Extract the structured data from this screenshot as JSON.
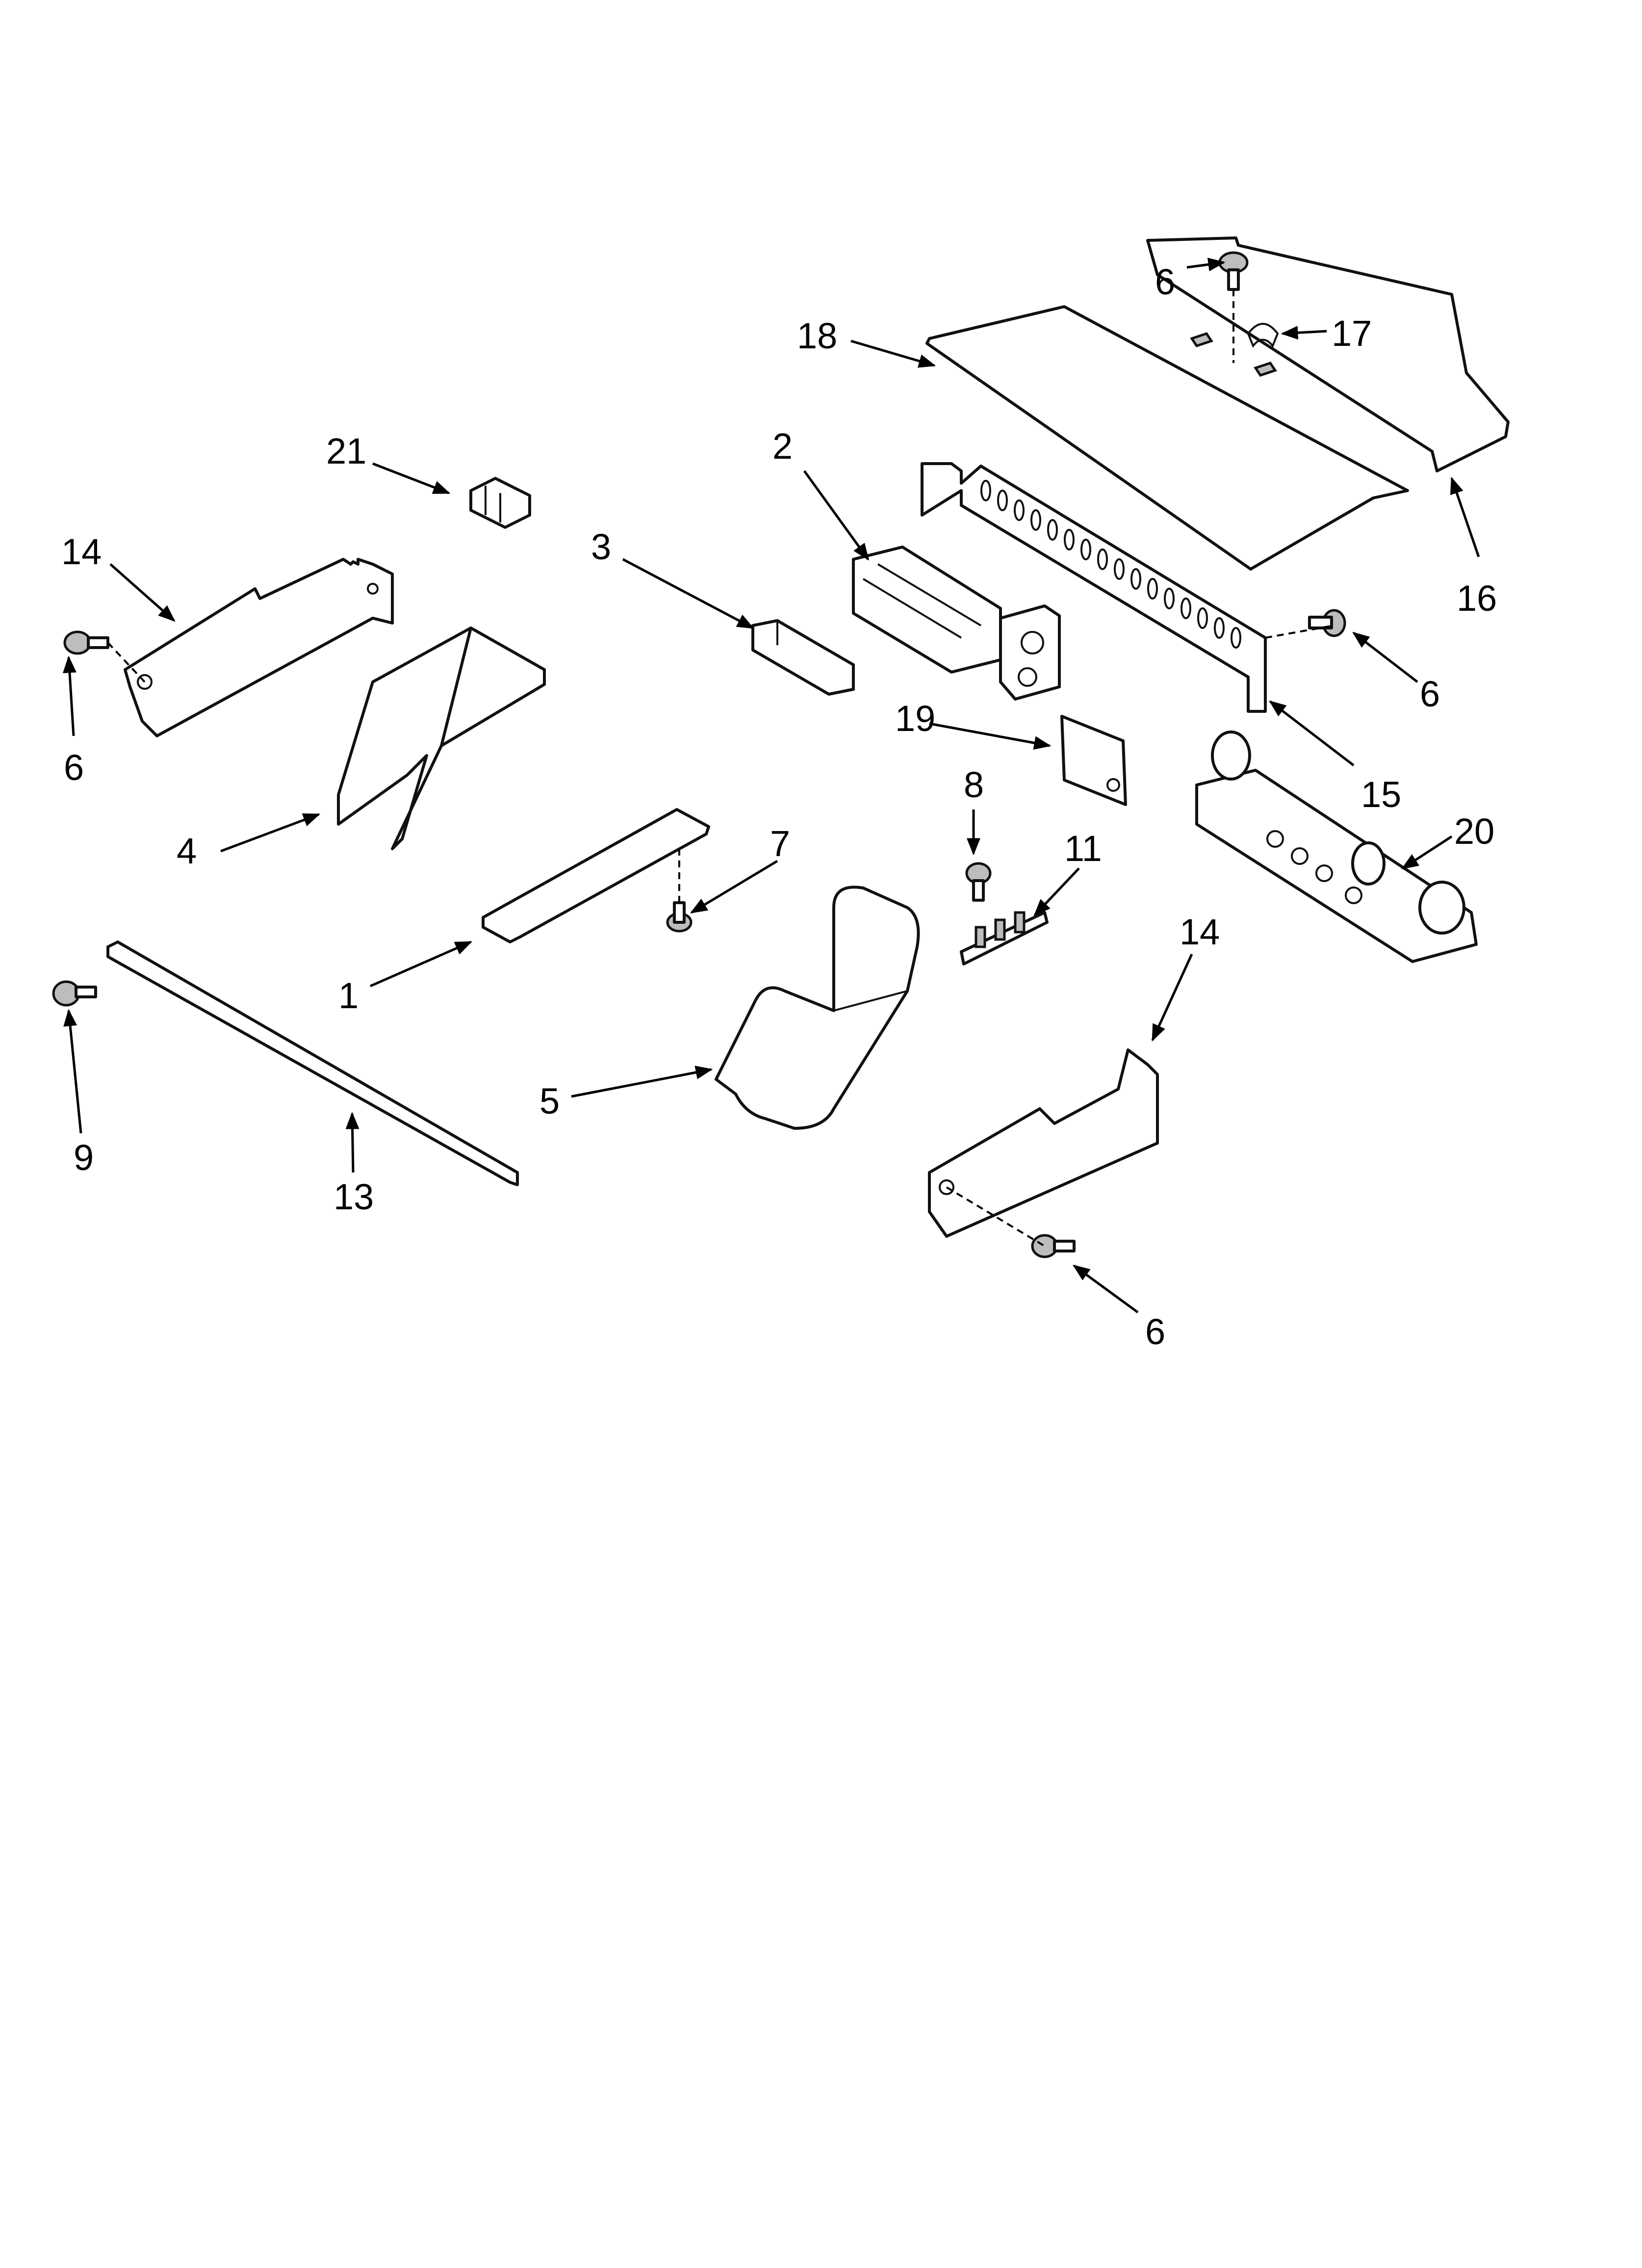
{
  "callouts": [
    {
      "id": "c1",
      "label": "1"
    },
    {
      "id": "c2",
      "label": "2"
    },
    {
      "id": "c3",
      "label": "3"
    },
    {
      "id": "c4",
      "label": "4"
    },
    {
      "id": "c5",
      "label": "5"
    },
    {
      "id": "c6a",
      "label": "6"
    },
    {
      "id": "c6b",
      "label": "6"
    },
    {
      "id": "c6c",
      "label": "6"
    },
    {
      "id": "c6d",
      "label": "6"
    },
    {
      "id": "c7",
      "label": "7"
    },
    {
      "id": "c8",
      "label": "8"
    },
    {
      "id": "c9",
      "label": "9"
    },
    {
      "id": "c11",
      "label": "11"
    },
    {
      "id": "c13",
      "label": "13"
    },
    {
      "id": "c14a",
      "label": "14"
    },
    {
      "id": "c14b",
      "label": "14"
    },
    {
      "id": "c15",
      "label": "15"
    },
    {
      "id": "c16",
      "label": "16"
    },
    {
      "id": "c17",
      "label": "17"
    },
    {
      "id": "c18",
      "label": "18"
    },
    {
      "id": "c19",
      "label": "19"
    },
    {
      "id": "c20",
      "label": "20"
    },
    {
      "id": "c21",
      "label": "21"
    }
  ]
}
